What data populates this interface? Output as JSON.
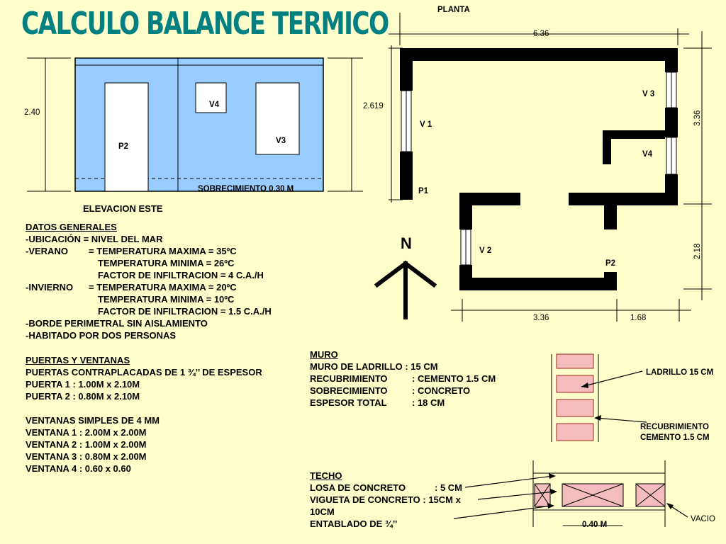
{
  "title": "CALCULO BALANCE TERMICO",
  "planta": {
    "label": "PLANTA",
    "dim_top": "6.36",
    "dim_left": "2.619",
    "dim_right_upper": "3.36",
    "dim_right_lower": "2.18",
    "dim_bottom_left": "3.36",
    "dim_bottom_right": "1.68",
    "v1": "V 1",
    "v2": "V 2",
    "v3": "V 3",
    "v4": "V4",
    "p1": "P1",
    "p2": "P2",
    "north": "N"
  },
  "elevacion": {
    "label": "ELEVACION ESTE",
    "height": "2.40",
    "v4": "V4",
    "v3": "V3",
    "p2": "P2",
    "sobrecimiento": "SOBRECIMIENTO 0.30 M"
  },
  "datos": {
    "heading": "DATOS  GENERALES",
    "ubicacion": "-UBICACIÓN  = NIVEL DEL MAR",
    "verano_label": "-VERANO",
    "verano_max": "= TEMPERATURA  MAXIMA = 35ºC",
    "verano_min": "TEMPERATURA  MINIMA  = 26ºC",
    "verano_inf": "FACTOR DE  INFILTRACION = 4 C.A./H",
    "invierno_label": "-INVIERNO",
    "invierno_max": "= TEMPERATURA  MAXIMA = 20ºC",
    "invierno_min": "TEMPERATURA  MINIMA  = 10ºC",
    "invierno_inf": "FACTOR DE  INFILTRACION = 1.5 C.A./H",
    "borde": "-BORDE PERIMETRAL SIN AISLAMIENTO",
    "habitado": "-HABITADO POR DOS PERSONAS"
  },
  "puertas": {
    "heading": "PUERTAS Y VENTANAS",
    "tipo": "PUERTAS CONTRAPLACADAS DE 1 ¾’’ DE ESPESOR",
    "p1": "PUERTA 1 : 1.00M x 2.10M",
    "p2": "PUERTA 2 : 0.80M  x 2.10M",
    "ventanas": "VENTANAS SIMPLES DE 4 MM",
    "v1": "VENTANA 1 : 2.00M x 2.00M",
    "v2": "VENTANA 2 : 1.00M x 2.00M",
    "v3": "VENTANA 3 : 0.80M x 2.00M",
    "v4": "VENTANA 4 : 0.60 x 0.60"
  },
  "muro": {
    "heading": "MURO",
    "l1a": "MURO DE LADRILLO : 15 CM",
    "l2a": "RECUBRIMIENTO",
    "l2b": ": CEMENTO 1.5 CM",
    "l3a": "SOBRECIMIENTO",
    "l3b": ": CONCRETO",
    "l4a": "ESPESOR TOTAL",
    "l4b": ": 18 CM",
    "ladrillo_label": "LADRILLO 15 CM",
    "recub_label_1": "RECUBRIMIENTO",
    "recub_label_2": "CEMENTO 1.5 CM"
  },
  "techo": {
    "heading": "TECHO",
    "l1a": "LOSA  DE  CONCRETO",
    "l1b": ": 5 CM",
    "l2": "VIGUETA DE CONCRETO : 15CM x",
    "l3": "10CM",
    "l4": "ENTABLADO DE ¾’’",
    "vacio": "VACIO",
    "dim": "0.40 M"
  },
  "colors": {
    "title": "#008080",
    "background": "#ffffcc",
    "elevation_fill": "#99ccff",
    "brick": "#f4bcbc",
    "brick_stroke": "#a02020"
  }
}
